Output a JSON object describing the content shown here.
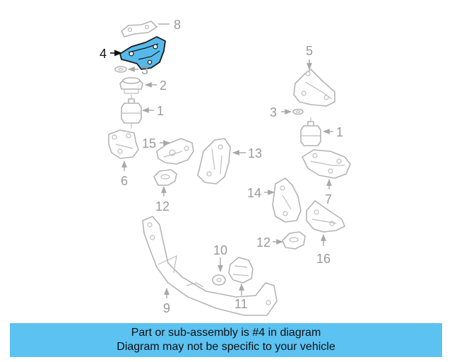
{
  "colors": {
    "highlight": "#56b9ea",
    "banner": "#5bc2f2",
    "line": "#b4b4b4",
    "label_gray": "#9a9a9a",
    "label_dark": "#111111"
  },
  "callouts": {
    "n1a": "1",
    "n1b": "1",
    "n2": "2",
    "n3a": "3",
    "n3b": "3",
    "n4": "4",
    "n5": "5",
    "n6": "6",
    "n7": "7",
    "n8": "8",
    "n9": "9",
    "n10": "10",
    "n11": "11",
    "n12a": "12",
    "n12b": "12",
    "n13": "13",
    "n14": "14",
    "n15": "15",
    "n16": "16"
  },
  "banner": {
    "line1": "Part or sub-assembly is #4 in diagram",
    "line2": "Diagram may not be specific to your vehicle"
  }
}
